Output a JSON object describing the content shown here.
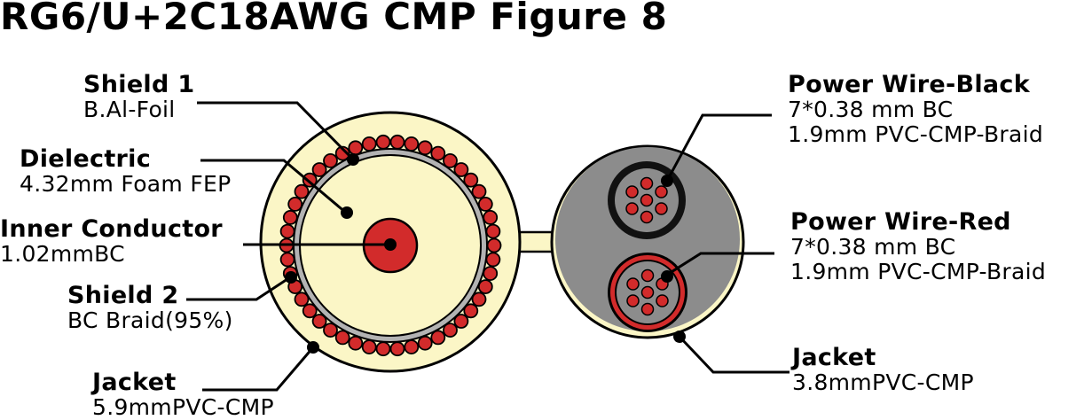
{
  "title": "RG6/U+2C18AWG CMP Figure 8",
  "labels": {
    "shield1": {
      "name": "Shield 1",
      "desc": [
        "B.Al-Foil"
      ]
    },
    "dielectric": {
      "name": "Dielectric",
      "desc": [
        "4.32mm Foam FEP"
      ]
    },
    "inner_conductor": {
      "name": "Inner Conductor",
      "desc": [
        "1.02mmBC"
      ]
    },
    "shield2": {
      "name": "Shield 2",
      "desc": [
        "BC Braid(95%)"
      ]
    },
    "jacket_left": {
      "name": "Jacket",
      "desc": [
        "5.9mmPVC-CMP"
      ]
    },
    "power_black": {
      "name": "Power Wire-Black",
      "desc": [
        "7*0.38 mm BC",
        "1.9mm PVC-CMP-Braid"
      ]
    },
    "power_red": {
      "name": "Power Wire-Red",
      "desc": [
        "7*0.38 mm BC",
        "1.9mm PVC-CMP-Braid"
      ]
    },
    "jacket_right": {
      "name": "Jacket",
      "desc": [
        "3.8mmPVC-CMP"
      ]
    }
  },
  "colors": {
    "jacket": "#fbf6c6",
    "dielectric": "#fbf6c6",
    "foil": "#b3b3b3",
    "braid": "#d22b2b",
    "conductor": "#d22b2b",
    "power_fill": "#8c8c8c",
    "black_insulation": "#111111",
    "red_insulation": "#d22b2b",
    "strand": "#d22b2b"
  }
}
